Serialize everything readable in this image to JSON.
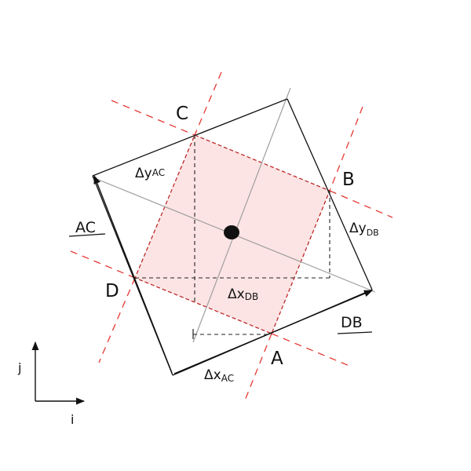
{
  "labels": {
    "point_c": "C",
    "point_b": "B",
    "point_d": "D",
    "point_a": "A",
    "delta_y_ac": "Δy",
    "delta_y_ac_sub": "AC",
    "delta_y_db": "Δy",
    "delta_y_db_sub": "DB",
    "delta_x_db": "Δx",
    "delta_x_db_sub": "DB",
    "delta_x_ac": "Δx",
    "delta_x_ac_sub": "AC",
    "vector_ac": "AC",
    "vector_db": "DB",
    "axis_j": "j",
    "axis_i": "i"
  },
  "colors": {
    "ink": "#111111",
    "guide": "#9e9e9e",
    "fill": "#fde4e4",
    "dashed_red": "#e53935",
    "dashed_black": "#222222"
  }
}
